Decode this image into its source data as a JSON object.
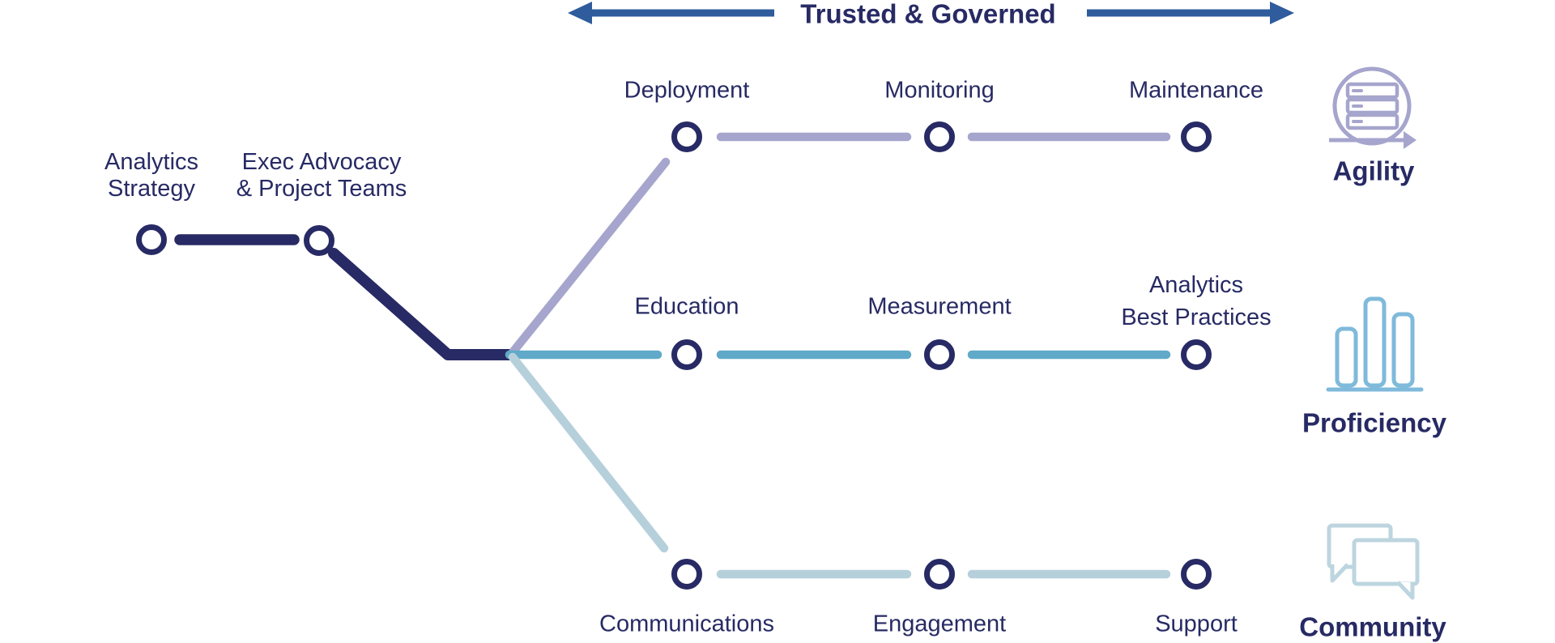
{
  "colors": {
    "navy": "#272a64",
    "arrow-blue": "#2e5c9c",
    "lavender": "#a6a5cd",
    "teal": "#60a9c8",
    "light-blue": "#b6d0db",
    "prof-blue": "#7fbadb",
    "comm-blue": "#bdd5df"
  },
  "header": {
    "title": "Trusted & Governed",
    "left_icon": "arrow-left-icon",
    "right_icon": "arrow-right-icon"
  },
  "start": {
    "nodes": [
      {
        "lines": [
          "Analytics",
          "Strategy"
        ]
      },
      {
        "lines": [
          "Exec Advocacy",
          "& Project Teams"
        ]
      }
    ]
  },
  "tracks": [
    {
      "label": "Agility",
      "icon": "sprint-server-icon",
      "line_color": "#a6a5cd",
      "steps": [
        [
          "Deployment"
        ],
        [
          "Monitoring"
        ],
        [
          "Maintenance"
        ]
      ]
    },
    {
      "label": "Proficiency",
      "icon": "bar-chart-icon",
      "line_color": "#60a9c8",
      "steps": [
        [
          "Education"
        ],
        [
          "Measurement"
        ],
        [
          "Analytics",
          "Best Practices"
        ]
      ]
    },
    {
      "label": "Community",
      "icon": "chat-bubbles-icon",
      "line_color": "#b6d0db",
      "steps": [
        [
          "Communications"
        ],
        [
          "Engagement"
        ],
        [
          "Support"
        ]
      ]
    }
  ]
}
